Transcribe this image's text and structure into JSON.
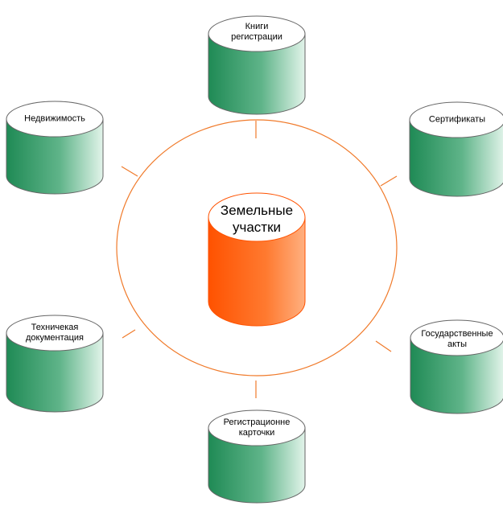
{
  "center": {
    "label": "Земельные\nучастки"
  },
  "nodes": [
    {
      "id": "books",
      "label": "Книги\nрегистрации"
    },
    {
      "id": "realty",
      "label": "Недвижимость"
    },
    {
      "id": "certs",
      "label": "Сертификаты"
    },
    {
      "id": "techdoc",
      "label": "Техничекая\nдокументация"
    },
    {
      "id": "stateacts",
      "label": "Государственные\nакты"
    },
    {
      "id": "regcards",
      "label": "Регистрационне\nкарточки"
    }
  ],
  "colors": {
    "ring": "#f07a2a",
    "center_fill_dark": "#ff5a00",
    "center_fill_light": "#ff9a5a",
    "node_fill_dark": "#1f8a55",
    "node_fill_light": "#d6efe1",
    "outline": "#555555",
    "top_fill": "#ffffff"
  }
}
